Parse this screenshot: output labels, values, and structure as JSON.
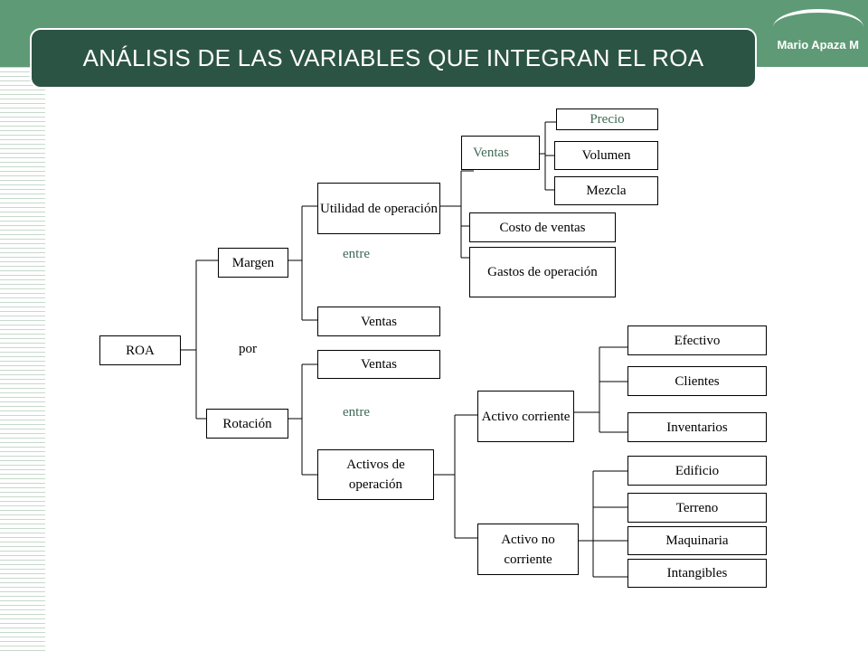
{
  "header": {
    "title": "ANÁLISIS DE LAS VARIABLES QUE INTEGRAN EL ROA",
    "author": "Mario Apaza M"
  },
  "colors": {
    "band": "#5e9a76",
    "title_bar": "#2c5444",
    "accent_text": "#3f6a56"
  },
  "diagram": {
    "roa": "ROA",
    "margen": "Margen",
    "rotacion": "Rotación",
    "por": "por",
    "entre_1": "entre",
    "entre_2": "entre",
    "utilidad_operacion": "Utilidad de operación",
    "ventas_margen": "Ventas",
    "ventas_rotacion": "Ventas",
    "activos_operacion": "Activos de operación",
    "ventas_util": "Ventas",
    "precio": "Precio",
    "volumen": "Volumen",
    "mezcla": "Mezcla",
    "costo_ventas": "Costo de ventas",
    "gastos_operacion": "Gastos de operación",
    "activo_corriente": "Activo corriente",
    "activo_no_corriente": "Activo no corriente",
    "efectivo": "Efectivo",
    "clientes": "Clientes",
    "inventarios": "Inventarios",
    "edificio": "Edificio",
    "terreno": "Terreno",
    "maquinaria": "Maquinaria",
    "intangibles": "Intangibles"
  }
}
